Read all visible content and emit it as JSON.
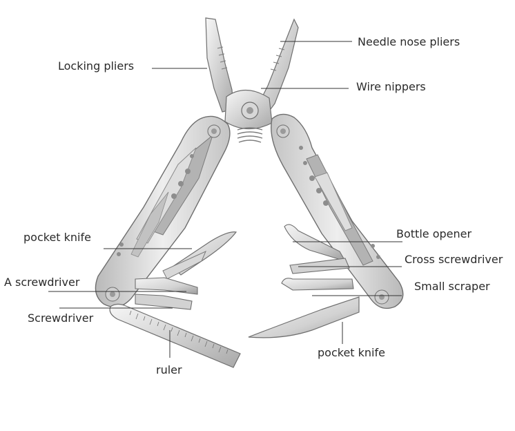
{
  "diagram": {
    "colors": {
      "steel_light": "#ededed",
      "steel_mid": "#c9c9c9",
      "steel_dark": "#8f8f8f",
      "outline": "#6e6e6e",
      "text": "#2a2a2a",
      "leader": "#333333"
    },
    "labels": {
      "needle_nose_pliers": "Needle nose pliers",
      "locking_pliers": "Locking pliers",
      "wire_nippers": "Wire nippers",
      "pocket_knife_left": "pocket knife",
      "bottle_opener": "Bottle opener",
      "cross_screwdriver": "Cross screwdriver",
      "a_screwdriver": "A screwdriver",
      "small_scraper": "Small scraper",
      "screwdriver": "Screwdriver",
      "pocket_knife_right": "pocket knife",
      "ruler": "ruler"
    }
  }
}
